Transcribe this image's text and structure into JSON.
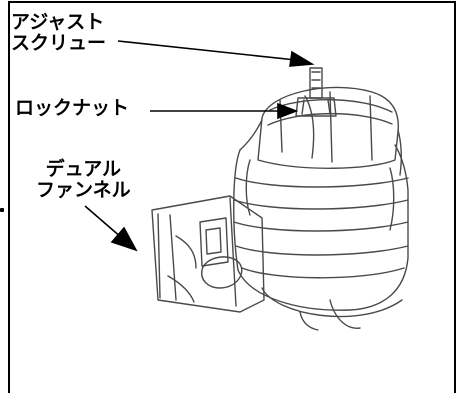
{
  "labels": {
    "adjust_screw": [
      "アジャスト",
      "スクリュー"
    ],
    "lock_nut": "ロックナット",
    "dual_funnel": [
      "デュアル",
      "ファンネル"
    ]
  },
  "colors": {
    "ink": "#000000",
    "background": "#ffffff",
    "line_art_gray": "#4a4a4a"
  }
}
